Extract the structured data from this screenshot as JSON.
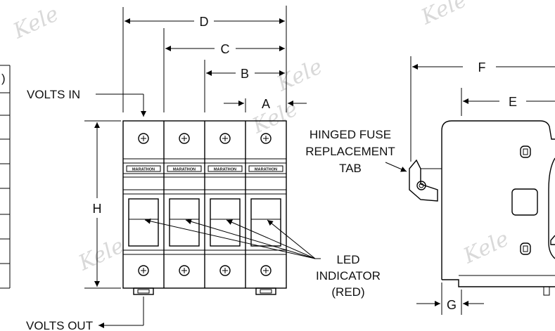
{
  "watermark": "Kele",
  "table_fragment": {
    "header_char": ")"
  },
  "labels": {
    "volts_in": "VOLTS IN",
    "volts_out": "VOLTS OUT",
    "hinged_line1": "HINGED FUSE",
    "hinged_line2": "REPLACEMENT",
    "hinged_line3": "TAB",
    "led_line1": "LED",
    "led_line2": "INDICATOR",
    "led_line3": "(RED)"
  },
  "dimensions": {
    "A": "A",
    "B": "B",
    "C": "C",
    "D": "D",
    "E": "E",
    "F": "F",
    "G": "G",
    "H": "H"
  },
  "brand": "MARATHON",
  "poles": 4
}
